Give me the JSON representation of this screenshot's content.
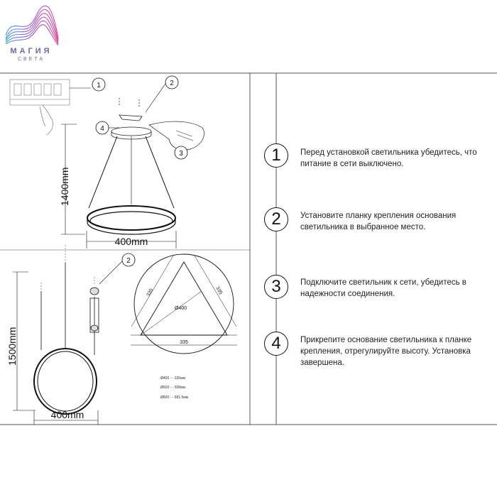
{
  "brand": {
    "name": "МАГИЯ",
    "subtitle": "СВЕТА"
  },
  "diagram": {
    "dim_height_top": "1400mm",
    "dim_width_top": "400mm",
    "dim_height_bottom": "1500mm",
    "dim_width_bottom": "400mm",
    "dim_chord": "335",
    "dim_diameter": "Ø400",
    "callout_1": "1",
    "callout_2": "2",
    "callout_3": "3",
    "callout_4": "4",
    "callout_2_bottom": "2",
    "notes": [
      "Ø400 - - 335мм",
      "Ø600 - - 508мм",
      "Ø800 - - 681.5мм"
    ]
  },
  "steps": [
    {
      "number": "1",
      "text": "Перед установкой светильника убедитесь, что питание в сети выключено."
    },
    {
      "number": "2",
      "text": "Установите планку крепления основания светильника в выбранное место."
    },
    {
      "number": "3",
      "text": "Подключите светильник к сети, убедитесь в надежности соединения."
    },
    {
      "number": "4",
      "text": "Прикрепите основание светильника к планке крепления, отрегулируйте высоту. Установка завершена."
    }
  ]
}
